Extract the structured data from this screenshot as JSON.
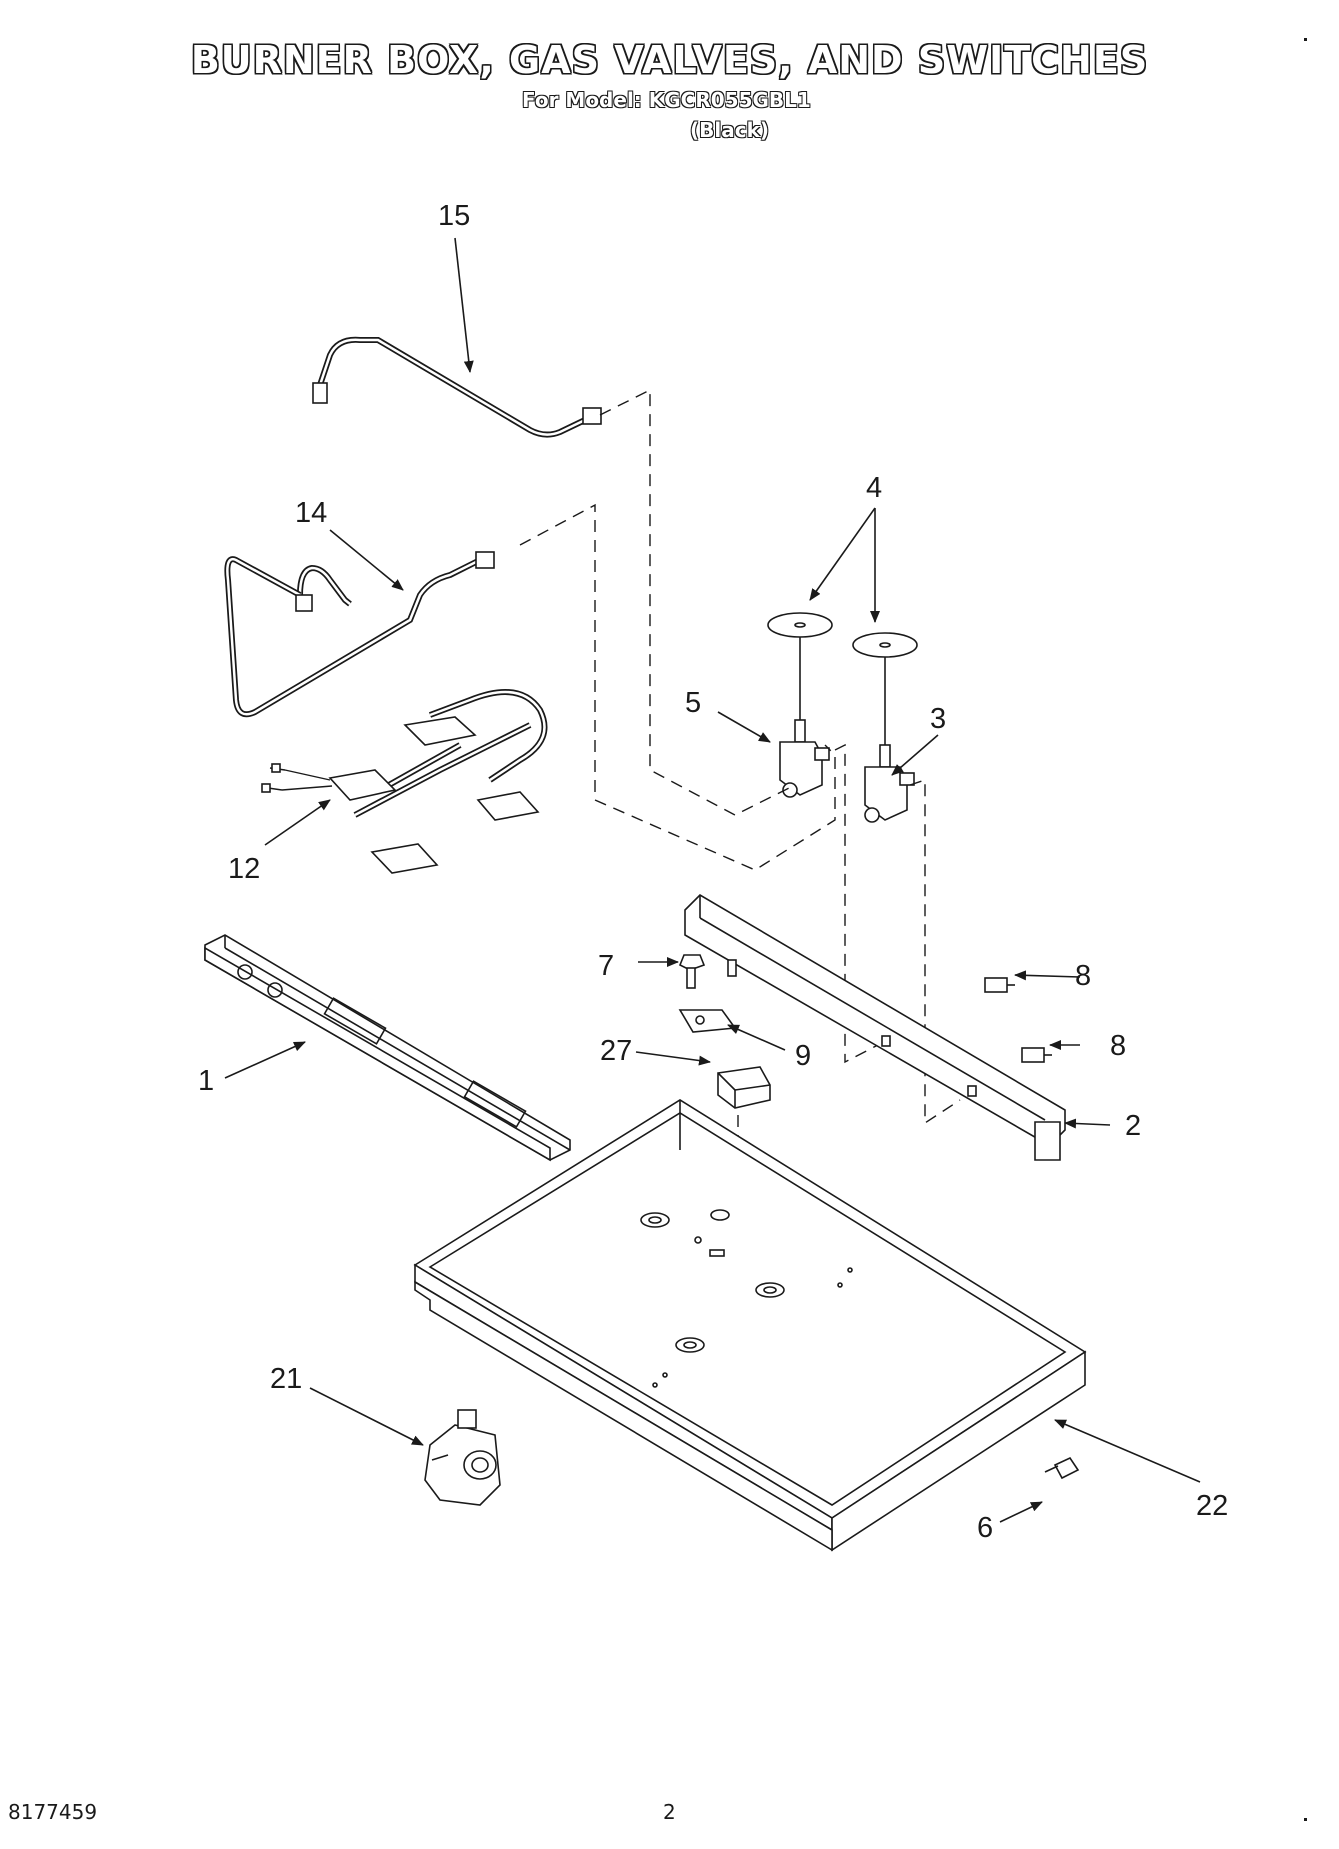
{
  "header": {
    "title": "BURNER BOX, GAS VALVES, AND SWITCHES",
    "model_line": "For Model: KGCR055GBL1",
    "color_line": "(Black)"
  },
  "callouts": {
    "c15": "15",
    "c14": "14",
    "c4": "4",
    "c5": "5",
    "c3": "3",
    "c12": "12",
    "c7": "7",
    "c8a": "8",
    "c8b": "8",
    "c27": "27",
    "c9": "9",
    "c1": "1",
    "c2": "2",
    "c21": "21",
    "c22": "22",
    "c6": "6"
  },
  "footer": {
    "doc_number": "8177459",
    "page_number": "2"
  }
}
